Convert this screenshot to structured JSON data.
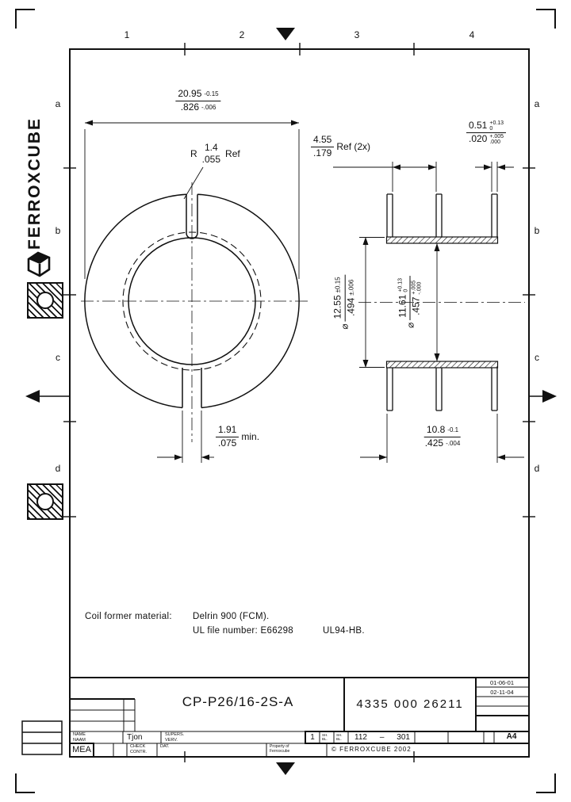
{
  "logo": {
    "text": "FERROXCUBE"
  },
  "zones": {
    "cols": [
      "1",
      "2",
      "3",
      "4"
    ],
    "rows": [
      "a",
      "b",
      "c",
      "d"
    ]
  },
  "dims": {
    "d20_95": {
      "mm": "20.95",
      "mm_tol": "-0.15",
      "inch": ".826",
      "inch_tol": "-.006"
    },
    "r1_4": {
      "prefix": "R",
      "mm": "1.4",
      "inch": ".055",
      "suffix": "Ref"
    },
    "d4_55": {
      "mm": "4.55",
      "inch": ".179",
      "suffix": "Ref (2x)"
    },
    "d0_51": {
      "mm": "0.51",
      "mm_tol_up": "+0.13",
      "mm_tol_dn": "0",
      "inch": ".020",
      "inch_tol_up": "+.005",
      "inch_tol_dn": ".000"
    },
    "d12_55": {
      "dia": "⌀",
      "mm": "12.55",
      "mm_tol": "±0.15",
      "inch": ".494",
      "inch_tol": "±.006"
    },
    "d11_61": {
      "dia": "⌀",
      "mm": "11.61",
      "mm_tol_up": "+0.13",
      "mm_tol_dn": "0",
      "inch": ".457",
      "inch_tol_up": "+.005",
      "inch_tol_dn": "-.000"
    },
    "d10_8": {
      "mm": "10.8",
      "mm_tol": "-0.1",
      "inch": ".425",
      "inch_tol": "-.004"
    },
    "d1_91": {
      "mm": "1.91",
      "inch": ".075",
      "suffix": "min."
    }
  },
  "notes": {
    "label": "Coil former material:",
    "material": "Delrin 900 (FCM).",
    "ul": "UL file number: E66298",
    "ul94": "UL94-HB."
  },
  "titleblock": {
    "part_name": "CP-P26/16-2S-A",
    "drawing_number": "4335 000 26211",
    "dates": [
      "01-06-01",
      "02-11-04"
    ],
    "name_label": "NAME",
    "naam_label": "NAAM",
    "designer": "Tjon",
    "supers_label": "SUPERS.",
    "verv_label": "VERV.",
    "check_label": "CHECK",
    "contr_label": "CONTR.",
    "dat_label": "DAT.",
    "org": "MEA",
    "sheet": "1",
    "sh_label": "SH.",
    "bl_label": "BL.",
    "code": "112",
    "code_sep": "–",
    "code2": "301",
    "paper_size": "A4",
    "property_line1": "Property of",
    "property_line2": "Ferroxcube",
    "copyright": "© FERROXCUBE 2002"
  }
}
